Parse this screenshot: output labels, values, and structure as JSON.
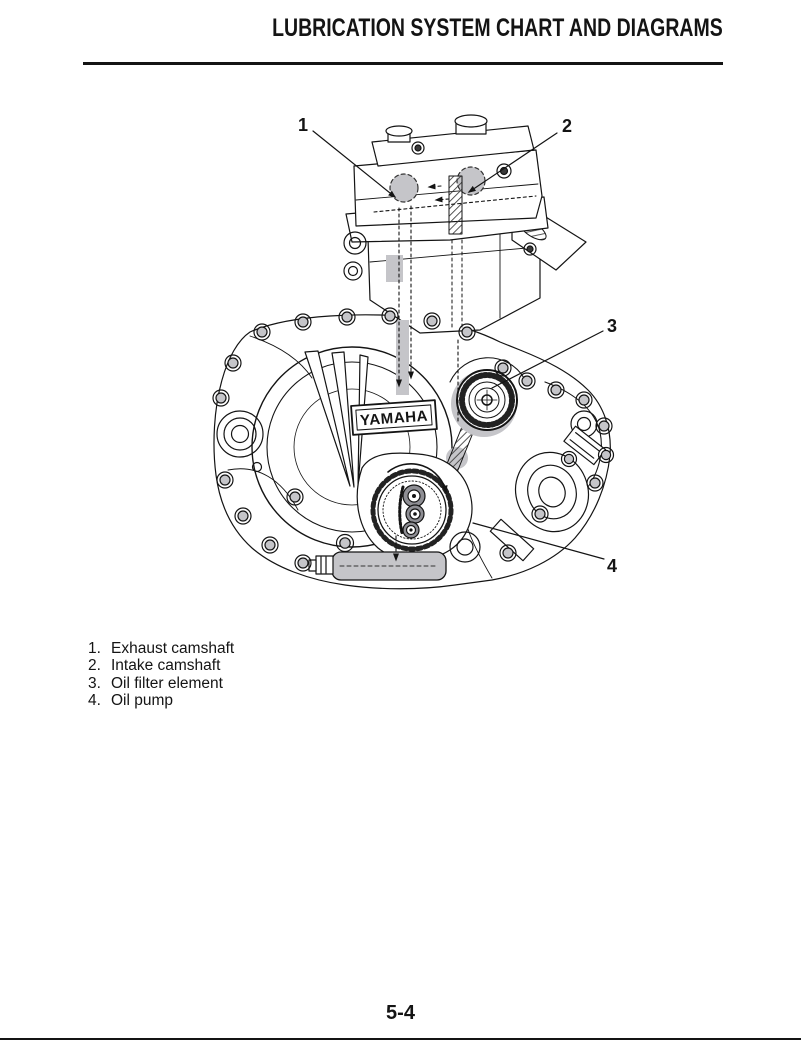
{
  "header": {
    "title": "LUBRICATION SYSTEM CHART AND DIAGRAMS"
  },
  "diagram": {
    "logo_text": "YAMAHA",
    "callouts": [
      {
        "label": "1"
      },
      {
        "label": "2"
      },
      {
        "label": "3"
      },
      {
        "label": "4"
      }
    ]
  },
  "legend": {
    "items": [
      {
        "number": "1.",
        "label": "Exhaust camshaft"
      },
      {
        "number": "2.",
        "label": "Intake camshaft"
      },
      {
        "number": "3.",
        "label": "Oil filter element"
      },
      {
        "number": "4.",
        "label": "Oil pump"
      }
    ]
  },
  "footer": {
    "page_number": "5-4"
  },
  "colors": {
    "ink": "#141414",
    "shade": "#c5c5c9",
    "shade_dark": "#8e8e94",
    "paper": "#ffffff"
  }
}
